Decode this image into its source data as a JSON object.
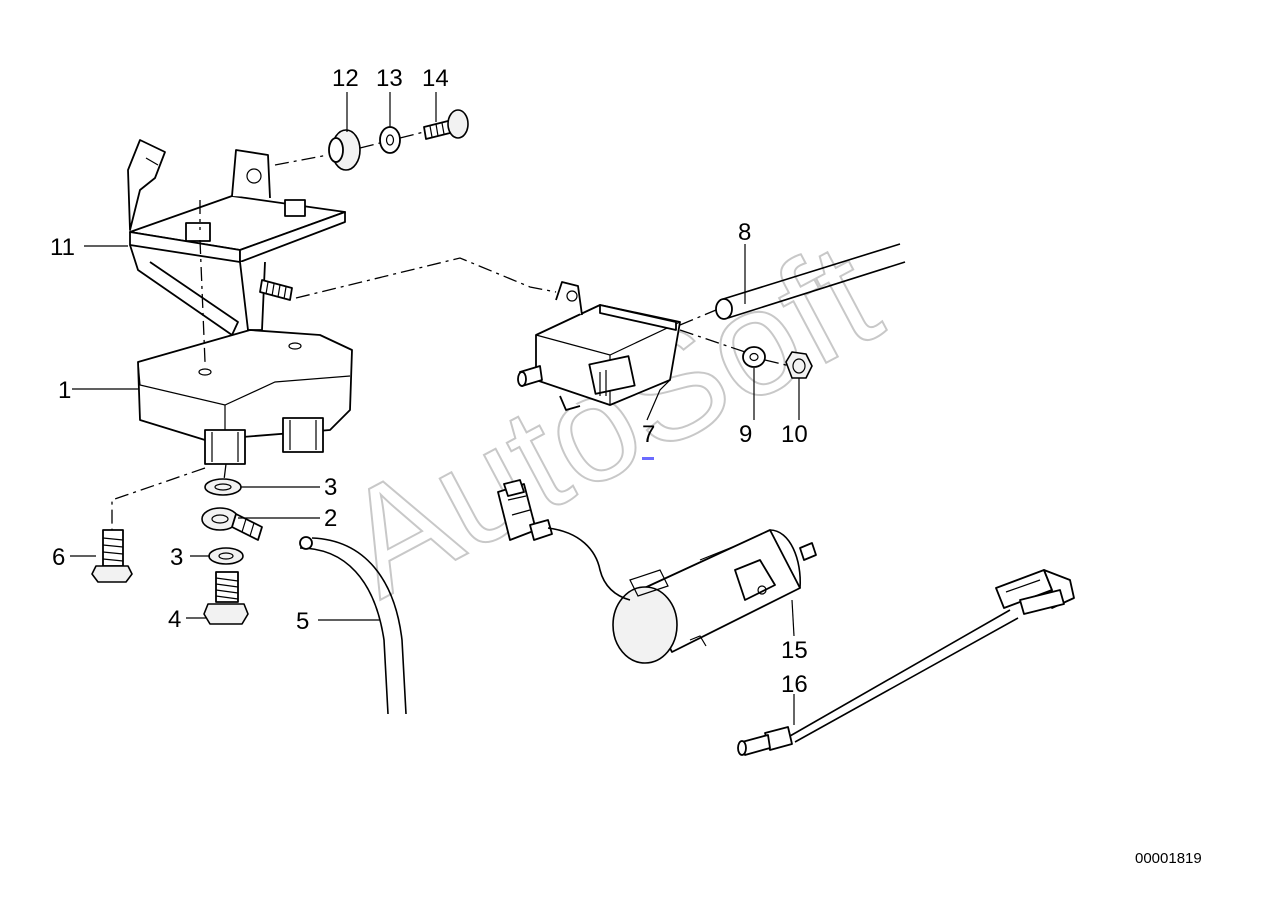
{
  "diagram": {
    "watermark": "AutoSoft",
    "drawing_number": "00001819",
    "callouts": [
      {
        "id": "c1",
        "label": "1"
      },
      {
        "id": "c2",
        "label": "2"
      },
      {
        "id": "c3a",
        "label": "3"
      },
      {
        "id": "c3b",
        "label": "3"
      },
      {
        "id": "c4",
        "label": "4"
      },
      {
        "id": "c5",
        "label": "5"
      },
      {
        "id": "c6",
        "label": "6"
      },
      {
        "id": "c7",
        "label": "7"
      },
      {
        "id": "c8",
        "label": "8"
      },
      {
        "id": "c9",
        "label": "9"
      },
      {
        "id": "c10",
        "label": "10"
      },
      {
        "id": "c11",
        "label": "11"
      },
      {
        "id": "c12",
        "label": "12"
      },
      {
        "id": "c13",
        "label": "13"
      },
      {
        "id": "c14",
        "label": "14"
      },
      {
        "id": "c15",
        "label": "15"
      },
      {
        "id": "c16",
        "label": "16"
      }
    ]
  }
}
